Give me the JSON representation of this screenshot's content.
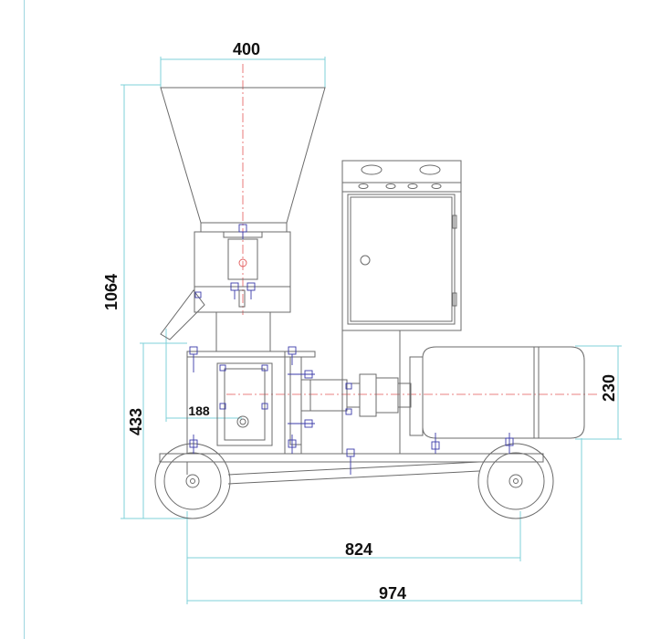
{
  "dimensions": {
    "hopper_width": "400",
    "total_height": "1064",
    "base_height": "433",
    "motor_height": "230",
    "small_offset": "188",
    "wheel_base": "824",
    "total_length": "974"
  },
  "colors": {
    "outline": "#6b6b6b",
    "dimension": "#7fd0d8",
    "centerline": "#e35a5a",
    "bolt": "#3a3aa8",
    "text": "#111111"
  }
}
